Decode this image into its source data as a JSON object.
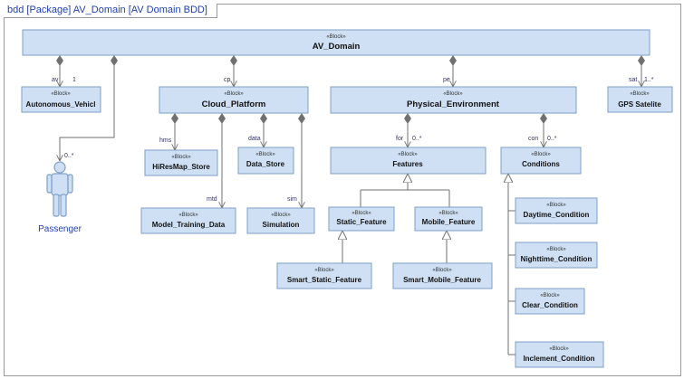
{
  "frame": {
    "title": "bdd [Package] AV_Domain [AV Domain BDD]"
  },
  "stereotype": "«Block»",
  "blocks": {
    "av_domain": "AV_Domain",
    "autonomous_vehicle": "Autonomous_Vehicl",
    "cloud_platform": "Cloud_Platform",
    "physical_environment": "Physical_Environment",
    "gps_satellite": "GPS Satelite",
    "hiresmap_store": "HiResMap_Store",
    "data_store": "Data_Store",
    "model_training_data": "Model_Training_Data",
    "simulation": "Simulation",
    "features": "Features",
    "conditions": "Conditions",
    "static_feature": "Static_Feature",
    "mobile_feature": "Mobile_Feature",
    "smart_static_feature": "Smart_Static_Feature",
    "smart_mobile_feature": "Smart_Mobile_Feature",
    "daytime_condition": "Daytime_Condition",
    "nighttime_condition": "Nighttime_Condition",
    "clear_condition": "Clear_Condition",
    "inclement_condition": "Inclement_Condition"
  },
  "actor": {
    "name": "Passenger"
  },
  "roles": {
    "av": "av",
    "av_mult": "1",
    "cp": "cp",
    "pe": "pe",
    "sat": "sat",
    "sat_mult": "1..*",
    "passenger_mult": "0..*",
    "hms": "hms",
    "data": "data",
    "mtd": "mtd",
    "sim": "sim",
    "for": "for",
    "for_mult": "0..*",
    "con": "con",
    "con_mult": "0..*"
  }
}
